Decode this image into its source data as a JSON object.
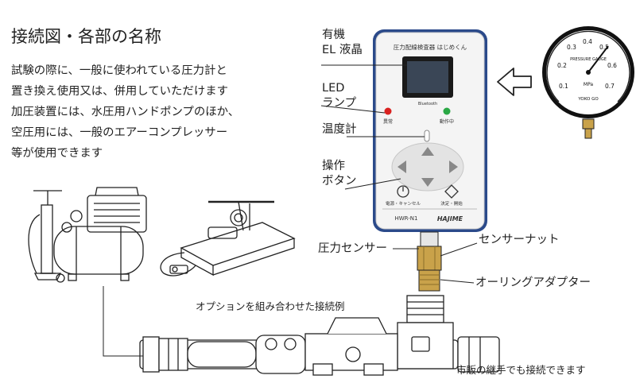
{
  "heading": "接続図・各部の名称",
  "intro_lines": [
    "試験の際に、一般に使われている圧力計と",
    "置き換え使用又は、併用していただけます",
    "加圧装置には、水圧用ハンドポンプのほか、",
    "空圧用には、一般のエアーコンプレッサー",
    "等が使用できます"
  ],
  "callouts": {
    "display": [
      "有機",
      "EL 液晶"
    ],
    "lamp": [
      "LED",
      "ランプ"
    ],
    "thermometer": "温度計",
    "buttons": [
      "操作",
      "ボタン"
    ],
    "pressure_sensor": "圧力センサー",
    "sensor_nut": "センサーナット",
    "oring_adapter": "オーリングアダプター",
    "option": "オプションを組み合わせた接続例",
    "commercial": "市販の継手でも接続できます"
  },
  "device": {
    "header": "圧力配線検査器 はじめくん",
    "bluetooth": "Bluetooth",
    "lamp_left": "異常",
    "lamp_right": "動作中",
    "btn_left_label": "電源・キャンセル",
    "btn_right_label": "決定・開始",
    "model": "HWR-N1",
    "brand": "HAJIME"
  },
  "gauge": {
    "scale": [
      "0.1",
      "0.2",
      "0.3",
      "0.4",
      "0.5",
      "0.6",
      "0.7"
    ],
    "text": "PRESSURE GAUGE",
    "unit": "MPa",
    "maker": "YOKO GO"
  },
  "colors": {
    "lamp_red": "#d9211f",
    "lamp_green": "#2aa845",
    "device_border": "#2b4a8a",
    "brass": "#c9a24a"
  }
}
